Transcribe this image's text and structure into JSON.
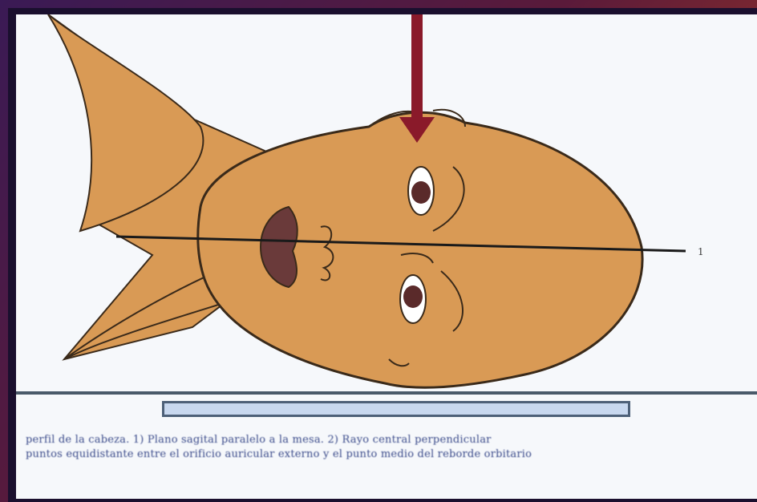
{
  "diagram": {
    "plane_label": "1",
    "caption_lines": [
      "perfil de la cabeza. 1) Plano sagital paralelo a la mesa. 2) Rayo central perpendicular",
      "puntos equidistante entre el orificio auricular externo y el punto medio del reborde orbitario"
    ]
  },
  "colors": {
    "skin": "#d99a55",
    "arrow": "#8a1a2a",
    "outline": "#3a2a1a",
    "frame": "#1a0f2e"
  }
}
